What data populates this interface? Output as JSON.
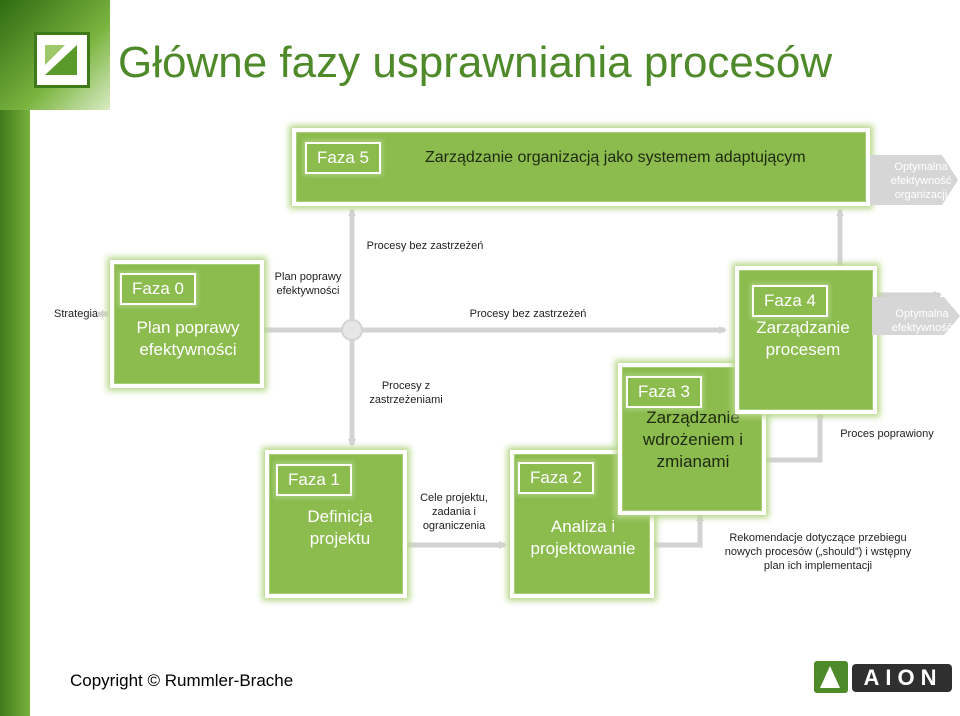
{
  "title": "Główne fazy usprawniania procesów",
  "phase5": {
    "tag": "Faza 5",
    "text": "Zarządzanie organizacją jako systemem adaptującym"
  },
  "phase0": {
    "tag": "Faza 0",
    "text": "Plan poprawy efektywności"
  },
  "phase1": {
    "tag": "Faza 1",
    "text": "Definicja projektu"
  },
  "phase2": {
    "tag": "Faza 2",
    "text": "Analiza i projektowanie"
  },
  "phase3": {
    "tag": "Faza 3",
    "text": "Zarządzanie wdrożeniem i zmianami"
  },
  "phase4": {
    "tag": "Faza 4",
    "text": "Zarządzanie procesem"
  },
  "labels": {
    "strategia": "Strategia",
    "plan_poprawy": "Plan poprawy efektywności",
    "procesy_top": "Procesy bez zastrzeżeń",
    "procesy_mid": "Procesy bez zastrzeżeń",
    "procesy_z": "Procesy  z zastrzeżeniami",
    "cele": "Cele projektu, zadania i ograniczenia",
    "proces_poprawiony": "Proces poprawiony",
    "rekomendacje": "Rekomendacje dotyczące przebiegu nowych procesów („should”) i wstępny plan ich implementacji",
    "optymalna_org": "Optymalna efektywność organizacji",
    "optymalna_proc": "Optymalna efektywność procesów"
  },
  "footer": {
    "copyright": "Copyright © Rummler-Brache",
    "logo_text": "AION"
  },
  "colors": {
    "accent": "#8cbb4e",
    "title": "#4f8a2a",
    "arrow": "#d3d3d3"
  }
}
